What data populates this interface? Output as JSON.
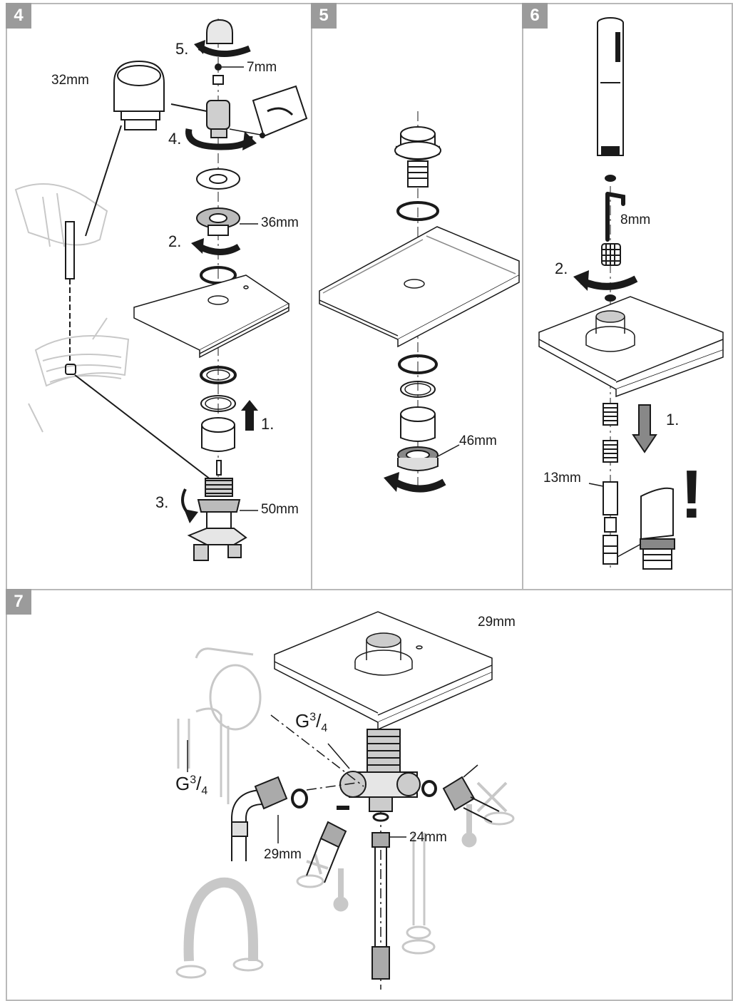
{
  "panels": {
    "p4": {
      "number": "4",
      "labels": {
        "wrench_32": "32mm",
        "hex_7": "7mm",
        "wrench_36": "36mm",
        "wrench_50": "50mm"
      },
      "steps": {
        "s1": "1.",
        "s2": "2.",
        "s3": "3.",
        "s4": "4.",
        "s5": "5."
      }
    },
    "p5": {
      "number": "5",
      "labels": {
        "wrench_46": "46mm"
      }
    },
    "p6": {
      "number": "6",
      "labels": {
        "hex_8": "8mm",
        "wrench_13": "13mm"
      },
      "steps": {
        "s1": "1.",
        "s2": "2."
      },
      "warning": "!"
    },
    "p7": {
      "number": "7",
      "labels": {
        "wrench_29_right": "29mm",
        "wrench_29_left": "29mm",
        "wrench_24": "24mm"
      },
      "threads": {
        "upper": {
          "base": "G",
          "num": "3",
          "den": "4"
        },
        "lower": {
          "base": "G",
          "num": "3",
          "den": "4"
        }
      }
    }
  },
  "colors": {
    "panel_border": "#b9b9b9",
    "badge": "#9b9b9b",
    "ghost": "#c8c8c8",
    "ink": "#1a1a1a"
  }
}
